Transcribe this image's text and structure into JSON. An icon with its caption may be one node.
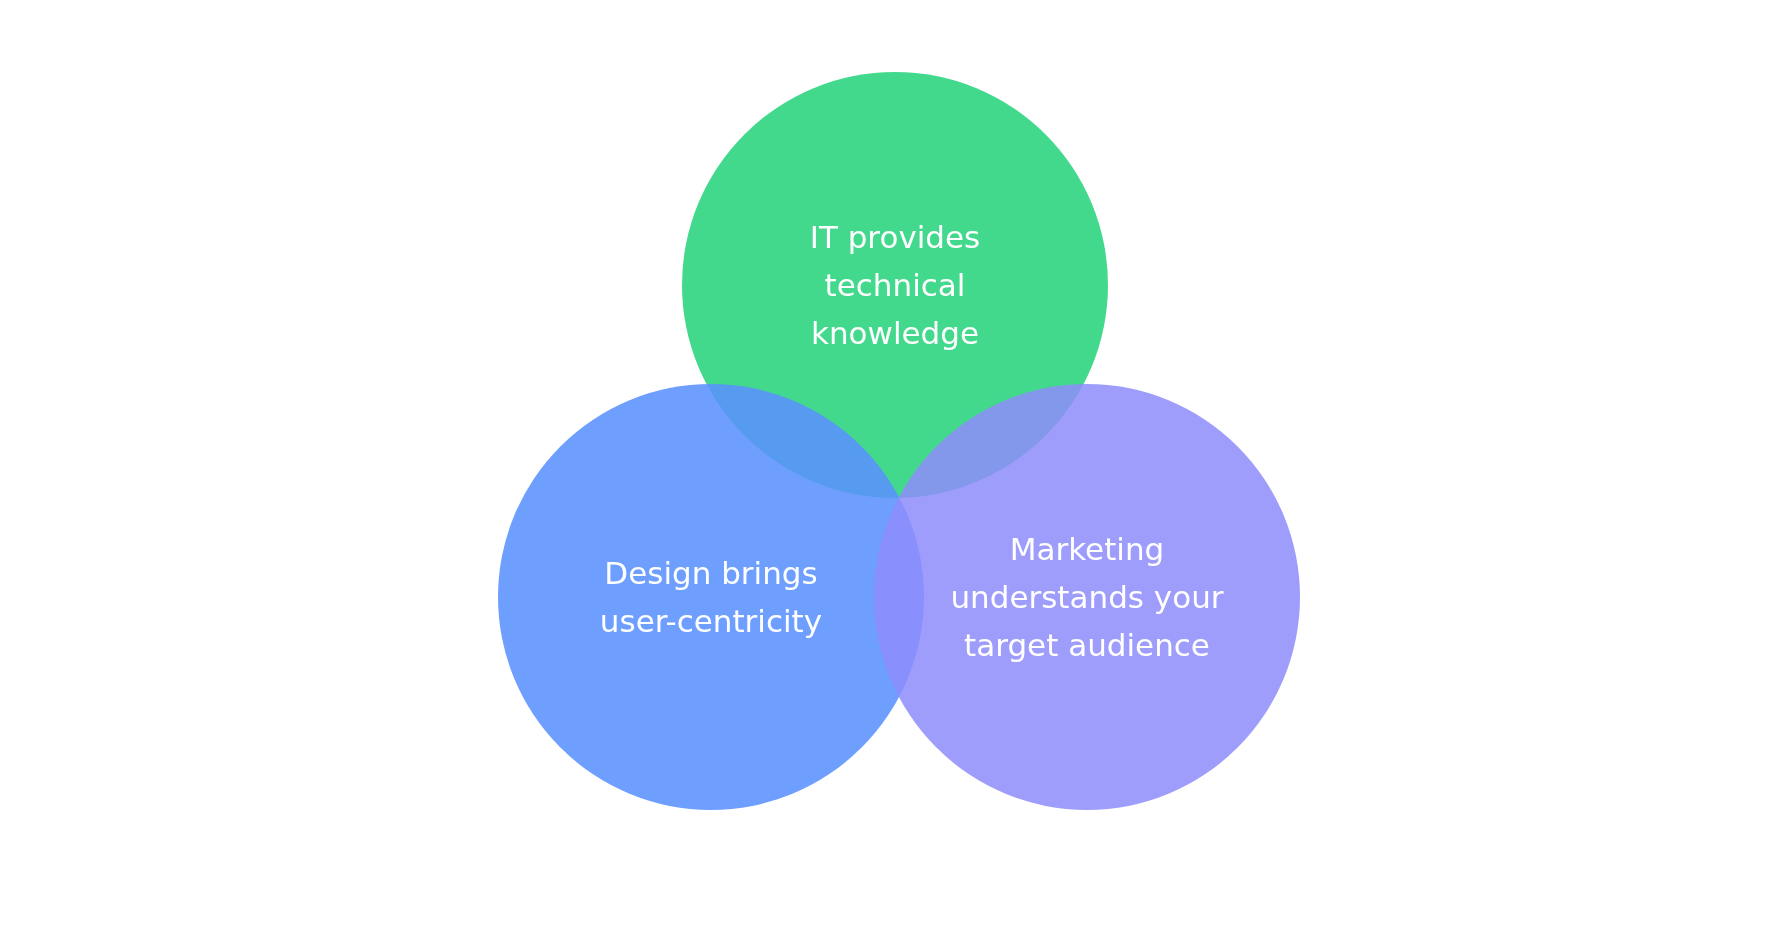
{
  "diagram": {
    "nodes": [
      {
        "text": [
          "IT provides technical knowledge"
        ]
      },
      {
        "text": [
          "Design brings user-centricity"
        ]
      },
      {
        "text": [
          "Marketing understands your target audience"
        ]
      }
    ]
  }
}
